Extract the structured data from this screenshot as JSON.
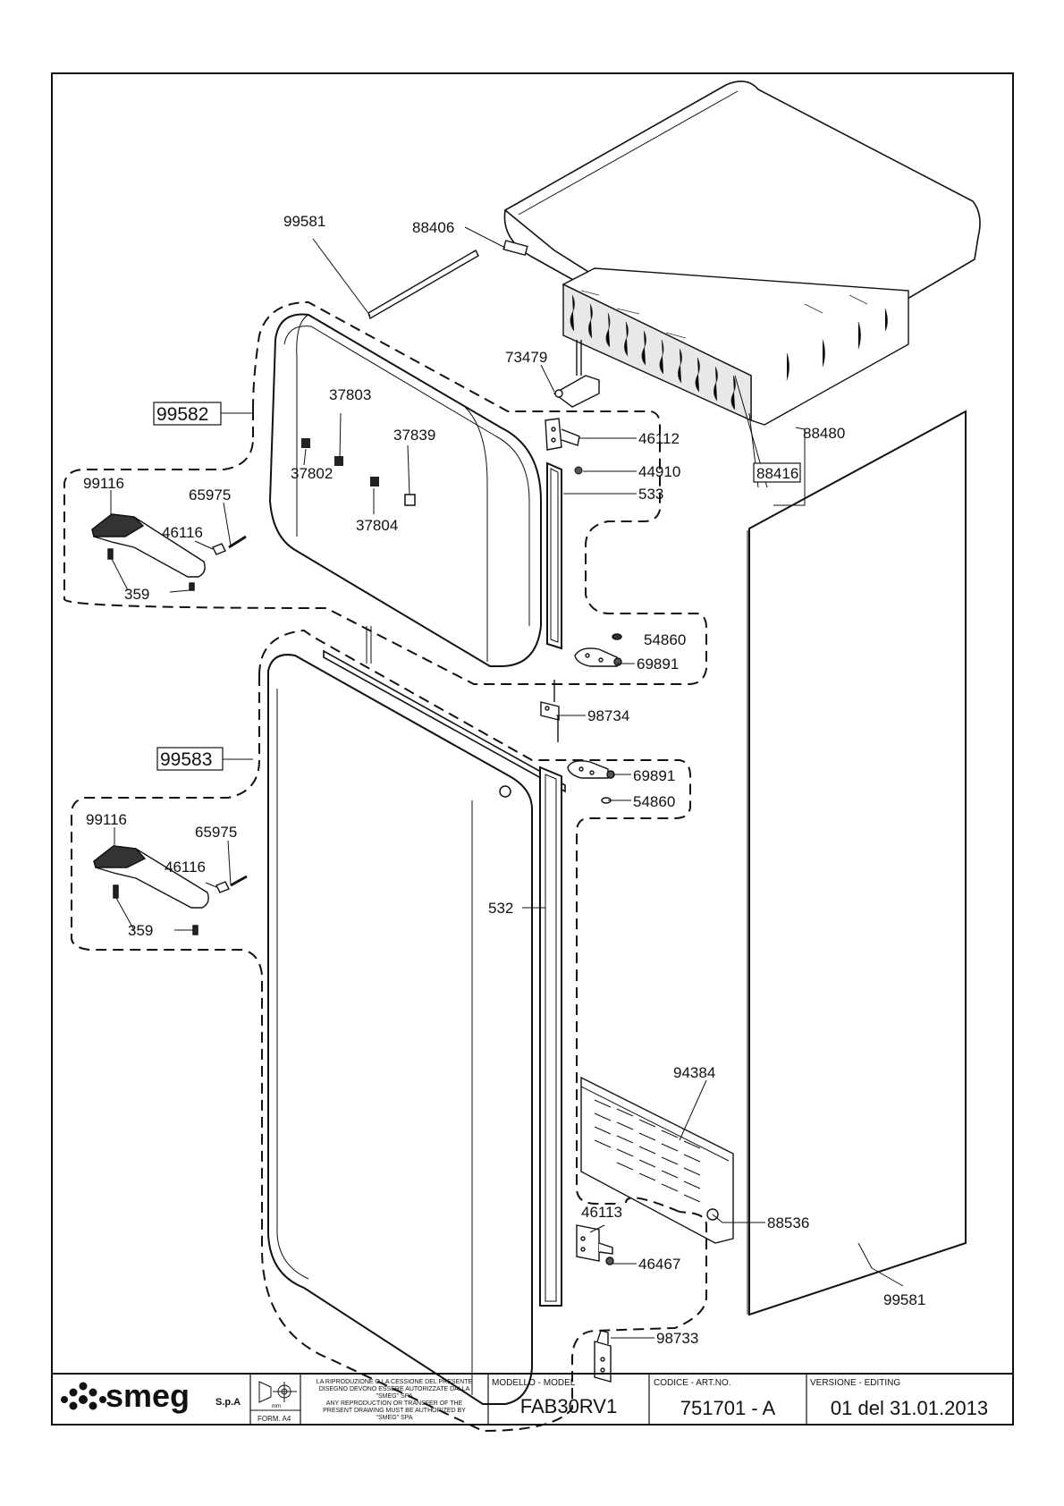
{
  "diagram": {
    "callouts": {
      "c99581_top": "99581",
      "c88406": "88406",
      "c73479": "73479",
      "c99582": "99582",
      "c37803": "37803",
      "c37839": "37839",
      "c46112": "46112",
      "c44910": "44910",
      "c533": "533",
      "c88480": "88480",
      "c88416": "88416",
      "c37802": "37802",
      "c37804": "37804",
      "c99116_a": "99116",
      "c65975_a": "65975",
      "c46116_a": "46116",
      "c359_a": "359",
      "c54860_a": "54860",
      "c69891_a": "69891",
      "c98734": "98734",
      "c99583": "99583",
      "c69891_b": "69891",
      "c54860_b": "54860",
      "c99116_b": "99116",
      "c65975_b": "65975",
      "c46116_b": "46116",
      "c359_b": "359",
      "c532": "532",
      "c94384": "94384",
      "c88536": "88536",
      "c46113": "46113",
      "c46467": "46467",
      "c99581_bot": "99581",
      "c98733": "98733"
    }
  },
  "title_block": {
    "brand": "smeg",
    "brand_suffix": "S.p.A",
    "unit": "mm",
    "format": "FORM. A4",
    "notice_lines": [
      "LA RIPRODUZIONE O LA CESSIONE DEL PRESENTE",
      "DISEGNO DEVONO ESSERE AUTORIZZATE DALLA",
      "\"SMEG\" SPA",
      "ANY REPRODUCTION OR TRANSFER OF THE",
      "PRESENT DRAWING MUST BE AUTHORIZED BY",
      "\"SMEG\" SPA"
    ],
    "model_label": "MODELLO - MODEL",
    "model_value": "FAB30RV1",
    "code_label": "CODICE - ART.NO.",
    "code_value": "751701 - A",
    "version_label": "VERSIONE - EDITING",
    "version_value": "01 del 31.01.2013"
  },
  "colors": {
    "ink": "#111111",
    "hatch": "#333333",
    "paper": "#ffffff"
  }
}
